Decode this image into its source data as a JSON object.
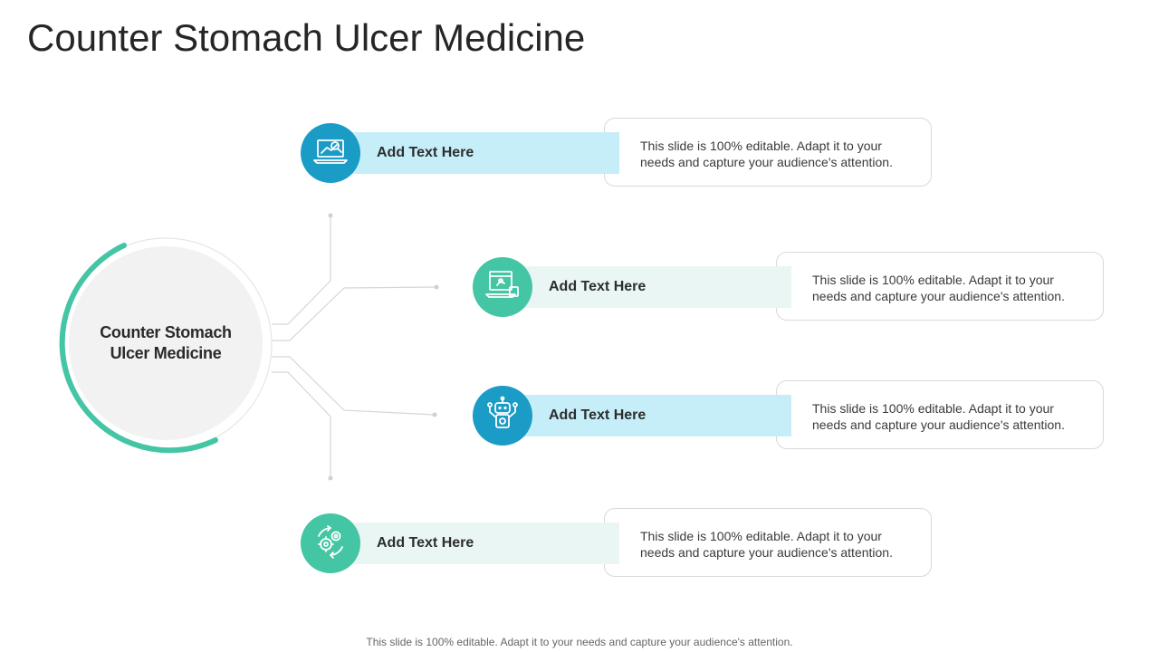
{
  "title": "Counter Stomach Ulcer Medicine",
  "hub": {
    "label": "Counter Stomach Ulcer Medicine"
  },
  "items": [
    {
      "label": "Add Text Here",
      "description": "This slide is 100% editable. Adapt it to your needs and capture your audience's attention.",
      "icon": "laptop-analytics-icon",
      "color": "#1b9cc6"
    },
    {
      "label": "Add Text Here",
      "description": "This slide is 100% editable. Adapt it to your needs and capture your audience's attention.",
      "icon": "computer-robot-arm-icon",
      "color": "#44c5a4"
    },
    {
      "label": "Add Text Here",
      "description": "This slide is 100% editable. Adapt it to your needs and capture your audience's attention.",
      "icon": "robot-icon",
      "color": "#1b9cc6"
    },
    {
      "label": "Add Text Here",
      "description": "This slide is 100% editable. Adapt it to your needs and capture your audience's attention.",
      "icon": "gears-cycle-icon",
      "color": "#44c5a4"
    }
  ],
  "footer": "This slide is 100% editable. Adapt it to your needs and capture your audience's attention."
}
